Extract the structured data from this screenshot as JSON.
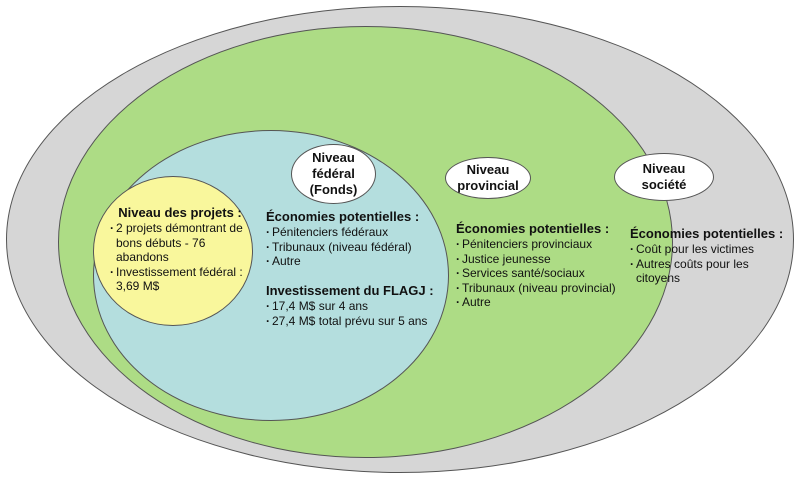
{
  "diagram": {
    "levels": {
      "society": {
        "label": "Niveau\nsociété",
        "heading": "Économies potentielles :",
        "items": [
          "Coût pour les victimes",
          "Autres coûts pour les citoyens"
        ]
      },
      "provincial": {
        "label": "Niveau\nprovincial",
        "heading": "Économies potentielles :",
        "items": [
          "Pénitenciers provinciaux",
          "Justice jeunesse",
          "Services santé/sociaux",
          "Tribunaux (niveau provincial)",
          "Autre"
        ]
      },
      "federal": {
        "label": "Niveau\nfédéral\n(Fonds)",
        "savings_heading": "Économies potentielles :",
        "savings_items": [
          "Pénitenciers fédéraux",
          "Tribunaux (niveau fédéral)",
          "Autre"
        ],
        "investment_heading": "Investissement du FLAGJ :",
        "investment_items": [
          "17,4 M$ sur 4 ans",
          "27,4 M$ total prévu sur 5 ans"
        ]
      },
      "projects": {
        "heading": "Niveau des projets :",
        "items": [
          "2 projets démontrant de bons débuts - 76 abandons",
          "Investissement fédéral : 3,69 M$"
        ]
      }
    }
  }
}
